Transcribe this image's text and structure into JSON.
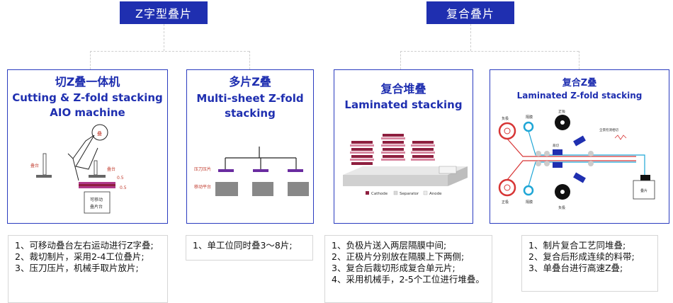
{
  "categories": [
    {
      "label": "Z字型叠片"
    },
    {
      "label": "复合叠片"
    }
  ],
  "cards": [
    {
      "title_cn": "切Z叠一体机",
      "title_en_1": "Cutting & Z-fold stacking",
      "title_en_2": "AIO machine",
      "diagram_text": {
        "circle": "叠",
        "left_post": "叠台",
        "right_post": "叠台",
        "box_1": "可移动",
        "box_2": "叠片台",
        "note_1": "0.5",
        "note_2": "0.5"
      }
    },
    {
      "title_cn": "多片Z叠",
      "title_en_1": "Multi-sheet Z-fold",
      "title_en_2": "stacking",
      "diagram_text": {
        "label_1": "压刀压片",
        "label_2": "移动平台"
      }
    },
    {
      "title_cn": "复合堆叠",
      "title_en_1": "Laminated stacking",
      "legend": [
        "Cathode",
        "Separator",
        "Anode"
      ]
    },
    {
      "title_cn": "复合Z叠",
      "title_en_1": "Laminated Z-fold stacking",
      "diagram_text": {
        "neg": "负极",
        "pos": "正极",
        "sep_top": "隔膜",
        "sep_bottom": "隔膜",
        "top": "正极",
        "bottom": "负极",
        "cut": "裁切",
        "detect": "全景检测相切",
        "product": "叠片"
      }
    }
  ],
  "descriptions": [
    {
      "lines": [
        "1、可移动叠台左右运动进行Z字叠;",
        "2、裁切制片，采用2-4工位叠片;",
        "3、压刀压片，机械手取片放片;"
      ]
    },
    {
      "lines": [
        "1、单工位同时叠3～8片;"
      ]
    },
    {
      "lines": [
        "1、负极片送入两层隔膜中间;",
        "2、正极片分别放在隔膜上下两侧;",
        "3、复合后裁切形成复合单元片;",
        "4、采用机械手，2-5个工位进行堆叠。"
      ]
    },
    {
      "lines": [
        "1、制片复合工艺同堆叠;",
        "2、复合后形成连续的料带;",
        "3、单叠台进行高速Z叠;"
      ]
    }
  ],
  "colors": {
    "accent": "#1f2fb0",
    "cathode": "#8e1f3f",
    "anode": "#ececec",
    "separator": "#d9d9d9"
  }
}
